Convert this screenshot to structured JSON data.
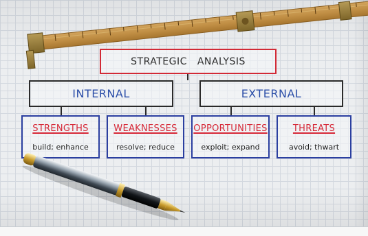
{
  "diagram": {
    "title": "STRATEGIC ANALYSIS",
    "groups": [
      {
        "label": "INTERNAL",
        "items": [
          {
            "title": "STRENGTHS",
            "sub": "build; enhance"
          },
          {
            "title": "WEAKNESSES",
            "sub": "resolve; reduce"
          }
        ]
      },
      {
        "label": "EXTERNAL",
        "items": [
          {
            "title": "OPPORTUNITIES",
            "sub": "exploit; expand"
          },
          {
            "title": "THREATS",
            "sub": "avoid; thwart"
          }
        ]
      }
    ]
  },
  "colors": {
    "title_border": "#d22a36",
    "group_text": "#2b4ea8",
    "leaf_border": "#2b3fa0",
    "leaf_title": "#d62736",
    "paper": "#eceef0",
    "grid": "#d3d8df"
  },
  "objects": [
    "ruler",
    "pen"
  ]
}
